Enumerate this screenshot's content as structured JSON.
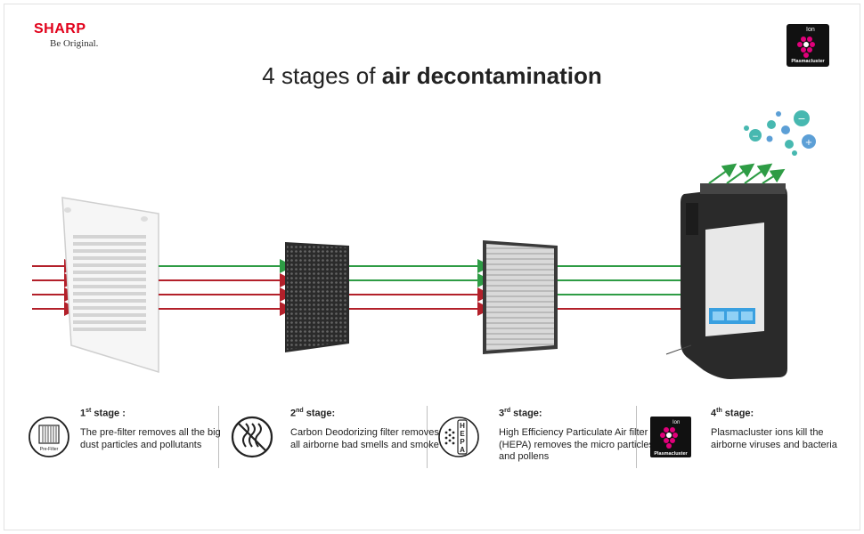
{
  "brand": {
    "logo": "SHARP",
    "tagline": "Be Original."
  },
  "badge": {
    "top_text": "Ion",
    "caption": "Plasmacluster"
  },
  "headline": {
    "light": "4 stages of ",
    "bold": "air decontamination"
  },
  "colors": {
    "clean_arrow": "#2e9c45",
    "dirty_arrow": "#b3202a",
    "brand_red": "#e1001a",
    "ion_teal": "#47b8b0"
  },
  "stages": [
    {
      "icon": "pre-filter-icon",
      "icon_label": "Pre-Filter",
      "num": "1",
      "suffix": "st",
      "word": " stage :",
      "desc": "The pre-filter removes all the big dust particles and pollutants"
    },
    {
      "icon": "no-odor-icon",
      "num": "2",
      "suffix": "nd",
      "word": " stage:",
      "desc": "Carbon Deodorizing filter removes all airborne bad smells and smoke"
    },
    {
      "icon": "hepa-icon",
      "icon_letters": [
        "H",
        "E",
        "P",
        "A"
      ],
      "num": "3",
      "suffix": "rd",
      "word": " stage:",
      "desc": "High Efficiency Particulate Air filter (HEPA) removes the micro particles and pollens"
    },
    {
      "icon": "plasmacluster-icon",
      "icon_label": "Plasmacluster",
      "icon_top": "Ion",
      "num": "4",
      "suffix": "th",
      "word": " stage:",
      "desc": "Plasmacluster ions kill the airborne viruses and bacteria"
    }
  ]
}
